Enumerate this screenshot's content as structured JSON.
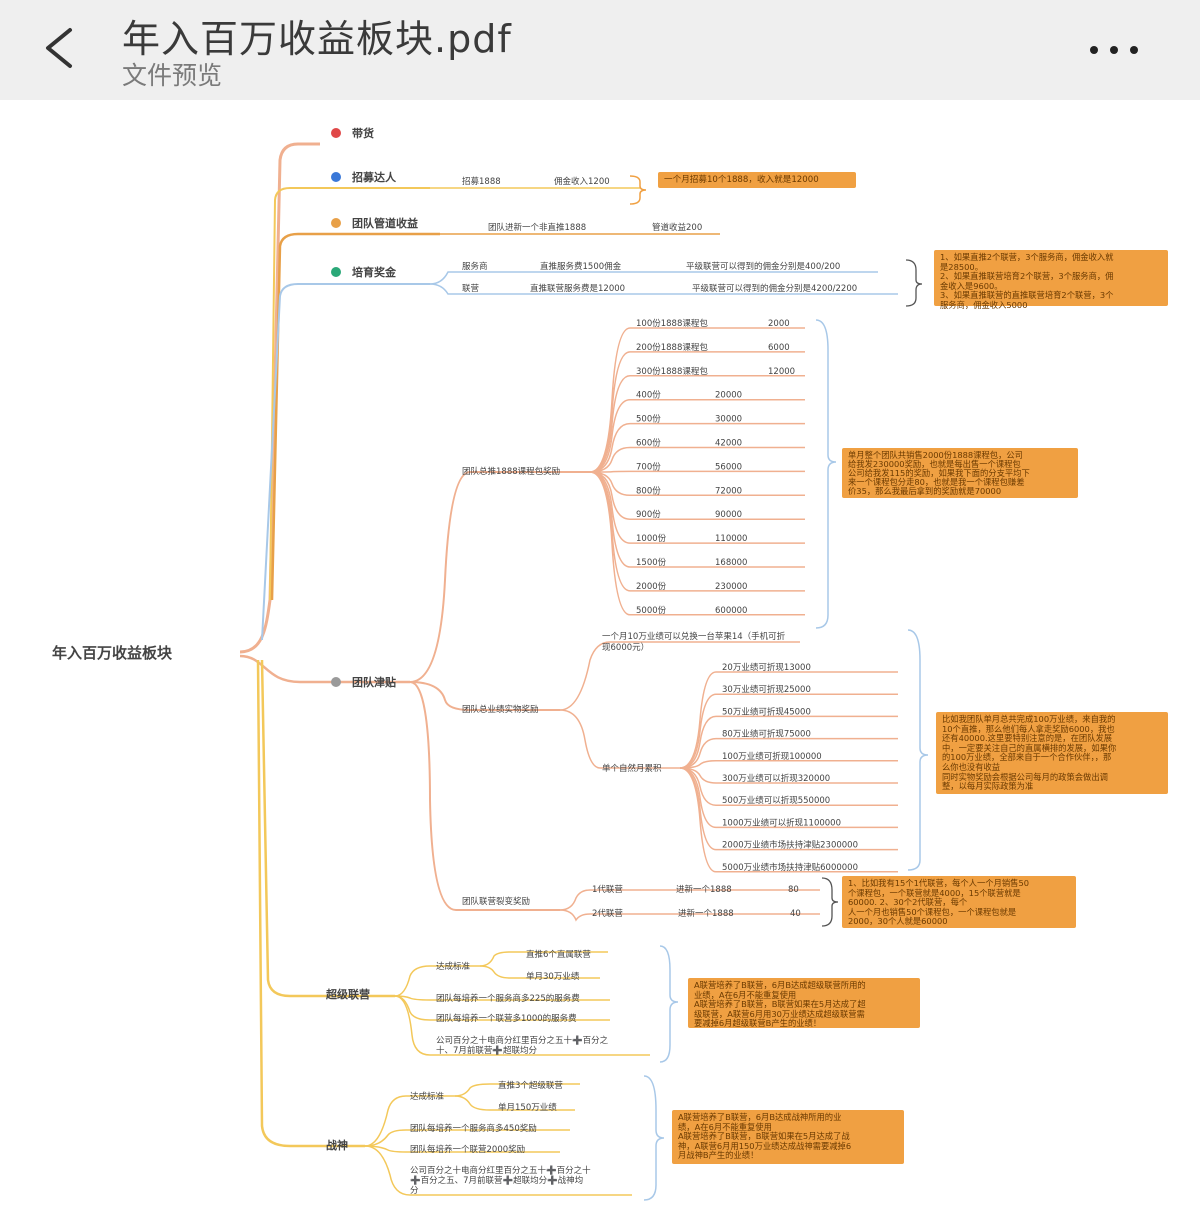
{
  "header": {
    "title": "年入百万收益板块.pdf",
    "subtitle": "文件预览"
  },
  "root": "年入百万收益板块",
  "cats": {
    "daihuo": "带货",
    "zhaomu": "招募达人",
    "tuandui": "团队管道收益",
    "peiyu": "培育奖金",
    "jintie": "团队津贴",
    "chaoji": "超级联营",
    "zhanshen": "战神"
  },
  "zhaomu": {
    "a": "招募1888",
    "b": "佣金收入1200"
  },
  "tuandui": {
    "a": "团队进新一个非直推1888",
    "b": "管道收益200"
  },
  "peiyu": {
    "a1": "服务商",
    "a2": "直推服务费1500佣金",
    "a3": "平级联营可以得到的佣金分别是400/200",
    "b1": "联营",
    "b2": "直推联营服务费是12000",
    "b3": "平级联营可以得到的佣金分别是4200/2200"
  },
  "course": {
    "label": "团队总推1888课程包奖励",
    "rows": [
      {
        "a": "100份1888课程包",
        "b": "2000"
      },
      {
        "a": "200份1888课程包",
        "b": "6000"
      },
      {
        "a": "300份1888课程包",
        "b": "12000"
      },
      {
        "a": "400份",
        "b": "20000"
      },
      {
        "a": "500份",
        "b": "30000"
      },
      {
        "a": "600份",
        "b": "42000"
      },
      {
        "a": "700份",
        "b": "56000"
      },
      {
        "a": "800份",
        "b": "72000"
      },
      {
        "a": "900份",
        "b": "90000"
      },
      {
        "a": "1000份",
        "b": "110000"
      },
      {
        "a": "1500份",
        "b": "168000"
      },
      {
        "a": "2000份",
        "b": "230000"
      },
      {
        "a": "5000份",
        "b": "600000"
      }
    ]
  },
  "shiwu": {
    "label": "团队总业绩实物奖励",
    "top1": "一个月10万业绩可以兑换一台苹果14（手机可折",
    "top2": "现6000元）",
    "sub": "单个自然月累积",
    "rows": [
      "20万业绩可折现13000",
      "30万业绩可折现25000",
      "50万业绩可折现45000",
      "80万业绩可折现75000",
      "100万业绩可折现100000",
      "300万业绩可以折现320000",
      "500万业绩可以折现550000",
      "1000万业绩可以折现1100000",
      "2000万业绩市场扶持津贴2300000",
      "5000万业绩市场扶持津贴6000000"
    ]
  },
  "liebian": {
    "label": "团队联营裂变奖励",
    "r1a": "1代联营",
    "r1b": "进新一个1888",
    "r1c": "80",
    "r2a": "2代联营",
    "r2b": "进新一个1888",
    "r2c": "40"
  },
  "chaoji": {
    "std": "达成标准",
    "s1": "直推6个直属联营",
    "s2": "单月30万业绩",
    "r1": "团队每培养一个服务商多225的服务费",
    "r2": "团队每培养一个联营多1000的服务费",
    "r3a": "公司百分之十电商分红里百分之五十➕百分之",
    "r3b": "十、7月前联营➕超联均分"
  },
  "zhanshen": {
    "std": "达成标准",
    "s1": "直推3个超级联营",
    "s2": "单月150万业绩",
    "r1": "团队每培养一个服务商多450奖励",
    "r2": "团队每培养一个联营2000奖励",
    "r3a": "公司百分之十电商分红里百分之五十➕百分之十",
    "r3b": "➕百分之五、7月前联营➕超联均分➕战神均",
    "r3c": "分"
  },
  "notes": {
    "n1": "一个月招募10个1888，收入就是12000",
    "n2": "1、如果直推2个联营，3个服务商，佣金收入就\n是28500。\n2、如果直推联营培育2个联营，3个服务商，佣\n金收入是9600。\n3、如果直推联营的直推联营培育2个联营，3个\n服务商，佣金收入5000",
    "n3": "单月整个团队共销售2000份1888课程包，公司\n给我发230000奖励，也就是每出售一个课程包\n公司给我发115的奖励，如果我下面的分支平均下\n来一个课程包分走80，也就是我一个课程包赚差\n价35，那么我最后拿到的奖励就是70000",
    "n4": "比如我团队单月总共完成100万业绩，来自我的\n10个直推，那么他们每人拿走奖励6000，我也\n还有40000.这里要特别注意的是，在团队发展\n中，一定要关注自己的直属横排的发展，如果你\n的100万业绩，全部来自于一个合作伙伴，，那\n么你也没有收益\n同时实物奖励会根据公司每月的政策会做出调\n整，以每月实际政策为准",
    "n5": "1、比如我有15个1代联营，每个人一个月销售50\n个课程包，一个联营就是4000，15个联营就是\n60000.        2、30个2代联营，每个\n人一个月也销售50个课程包，一个课程包就是\n2000，30个人就是60000",
    "n6": "A联营培养了B联营，6月B达成超级联营所用的\n业绩，A在6月不能重复使用\nA联营培养了B联营，B联营如果在5月达成了超\n级联营，A联营6月用30万业绩达成超级联营需\n要减掉6月超级联营B产生的业绩！",
    "n7": "A联营培养了B联营，6月B达成战神所用的业\n绩，A在6月不能重复使用\nA联营培养了B联营，B联营如果在5月达成了战\n神，A联营6月用150万业绩达成战神需要减掉6\n月战神B产生的业绩！"
  },
  "colors": {
    "red": "#e04848",
    "blue": "#3a78d8",
    "orange": "#e8a048",
    "green": "#2aa878",
    "grey": "#9a9a9a",
    "branch": "#f0b090",
    "yellow": "#f3c85a",
    "light_blue": "#a8c8e8",
    "note": "#f0a042"
  }
}
